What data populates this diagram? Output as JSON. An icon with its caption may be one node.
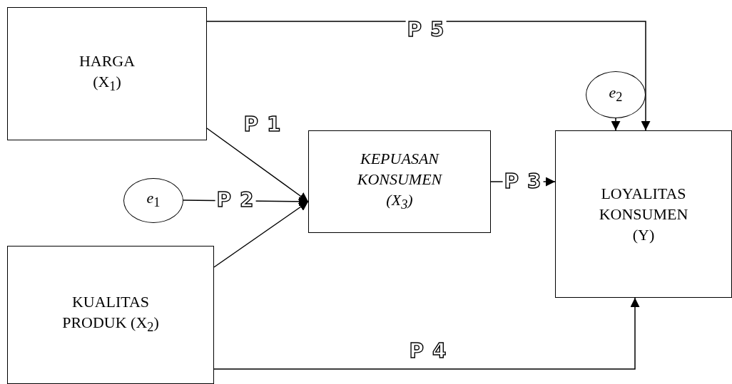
{
  "diagram": {
    "nodes": [
      {
        "text": [
          "HARGA (X$_{1}$)"
        ]
      },
      {
        "text": [
          "KUALITAS PRODUK (X$_{2}$)"
        ]
      },
      {
        "text": [
          "KEPUASAN KONSUMEN (X$_{3}$)"
        ]
      },
      {
        "text": [
          "LOYALITAS KONSUMEN (Y)"
        ]
      },
      {
        "text": [
          "*e*$_{1}$"
        ]
      },
      {
        "text": [
          "*e*$_{2}$"
        ]
      }
    ],
    "edges": [
      {
        "from": 0,
        "to": 2,
        "arrow": "to",
        "label": "P 1"
      },
      {
        "from": 4,
        "to": 2,
        "arrow": "to",
        "label": "P 2"
      },
      {
        "from": 1,
        "to": 2,
        "arrow": "to"
      },
      {
        "from": 2,
        "to": 3,
        "arrow": "to",
        "label": "P 3"
      },
      {
        "from": 1,
        "to": 3,
        "arrow": "to",
        "label": "P 4"
      },
      {
        "from": 0,
        "to": 3,
        "arrow": "to",
        "label": "P 5"
      },
      {
        "from": 5,
        "to": 3,
        "arrow": "to"
      }
    ]
  }
}
